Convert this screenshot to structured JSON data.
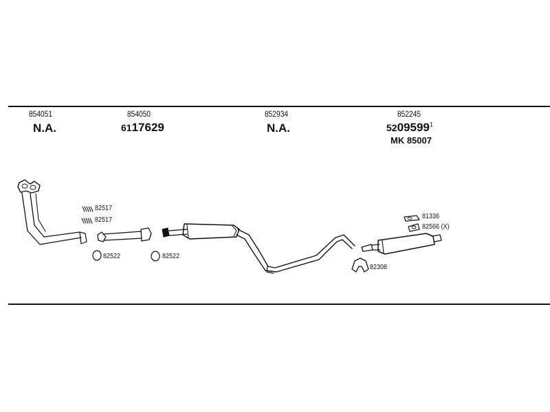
{
  "columns": [
    {
      "id": "col1",
      "number": "854051",
      "code": "N.A."
    },
    {
      "id": "col2",
      "number": "854050",
      "prefix": "61",
      "main": "17629"
    },
    {
      "id": "col3",
      "number": "852934",
      "code": "N.A."
    },
    {
      "id": "col4",
      "number": "852245",
      "prefix": "52",
      "main": "09599",
      "suffix": "1",
      "extra": "MK  85007"
    }
  ],
  "parts": {
    "clamp_a": "82517",
    "clamp_b": "82517",
    "ring_a": "82522",
    "ring_b": "82522",
    "bracket": "81336",
    "hanger": "82566 (X)",
    "mount": "82308"
  },
  "colors": {
    "line": "#111111",
    "background": "#ffffff"
  }
}
